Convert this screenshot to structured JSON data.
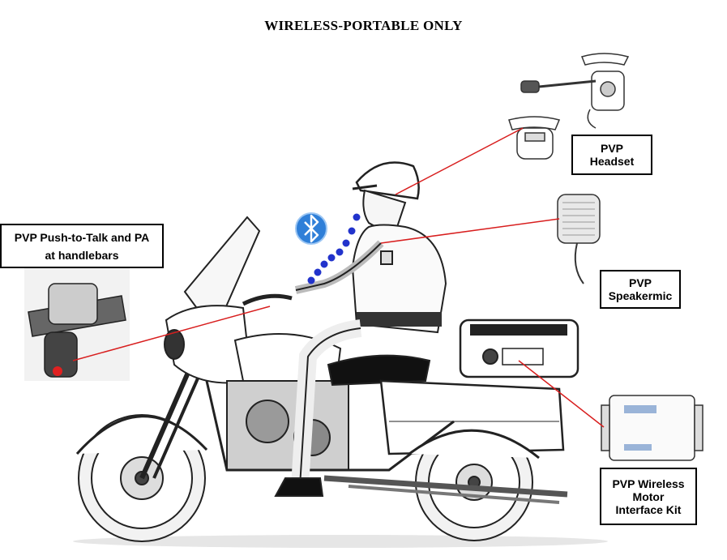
{
  "title": "WIRELESS-PORTABLE ONLY",
  "labels": {
    "handlebars": {
      "line1": "PVP Push-to-Talk and PA",
      "line2": "at handlebars"
    },
    "headset": {
      "line1": "PVP",
      "line2": "Headset"
    },
    "speakermic": {
      "line1": "PVP",
      "line2": "Speakermic"
    },
    "interface": {
      "line1": "PVP Wireless",
      "line2": "Motor",
      "line3": "Interface Kit"
    }
  },
  "colors": {
    "connector": "#d81e1e",
    "bluetooth": "#2f7fd8",
    "signal_dots": "#2233cc",
    "ptt_button": "#e02020"
  },
  "icons": [
    "bluetooth-icon"
  ]
}
